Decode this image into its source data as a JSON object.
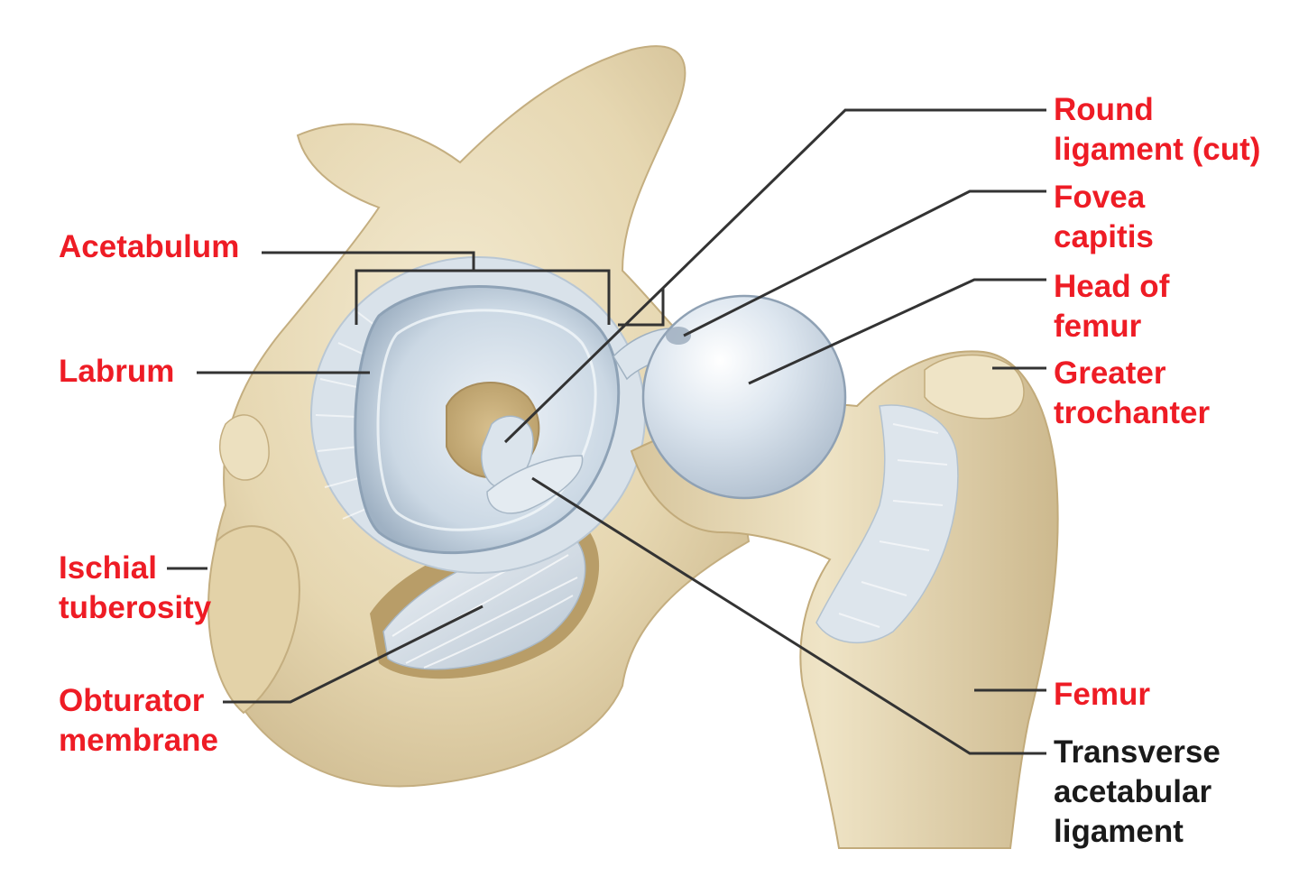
{
  "colors": {
    "label_red": "#ee1c25",
    "label_black": "#1a1a1a",
    "bone": "#e9dcb9",
    "bone_shadow": "#cdb98e",
    "cartilage": "#cfdbe6",
    "leader_line": "#333333"
  },
  "labels": {
    "acetabulum": {
      "line1": "Acetabulum"
    },
    "labrum": {
      "line1": "Labrum"
    },
    "ischial_tuberosity": {
      "line1": "Ischial",
      "line2": "tuberosity"
    },
    "obturator_membrane": {
      "line1": "Obturator",
      "line2": "membrane"
    },
    "round_ligament": {
      "line1": "Round",
      "line2": "ligament (cut)"
    },
    "fovea_capitis": {
      "line1": "Fovea",
      "line2": "capitis"
    },
    "head_of_femur": {
      "line1": "Head of",
      "line2": "femur"
    },
    "greater_trochanter": {
      "line1": "Greater",
      "line2": "trochanter"
    },
    "femur": {
      "line1": "Femur"
    },
    "transverse_acetabular_ligament": {
      "line1": "Transverse",
      "line2": "acetabular",
      "line3": "ligament"
    }
  }
}
